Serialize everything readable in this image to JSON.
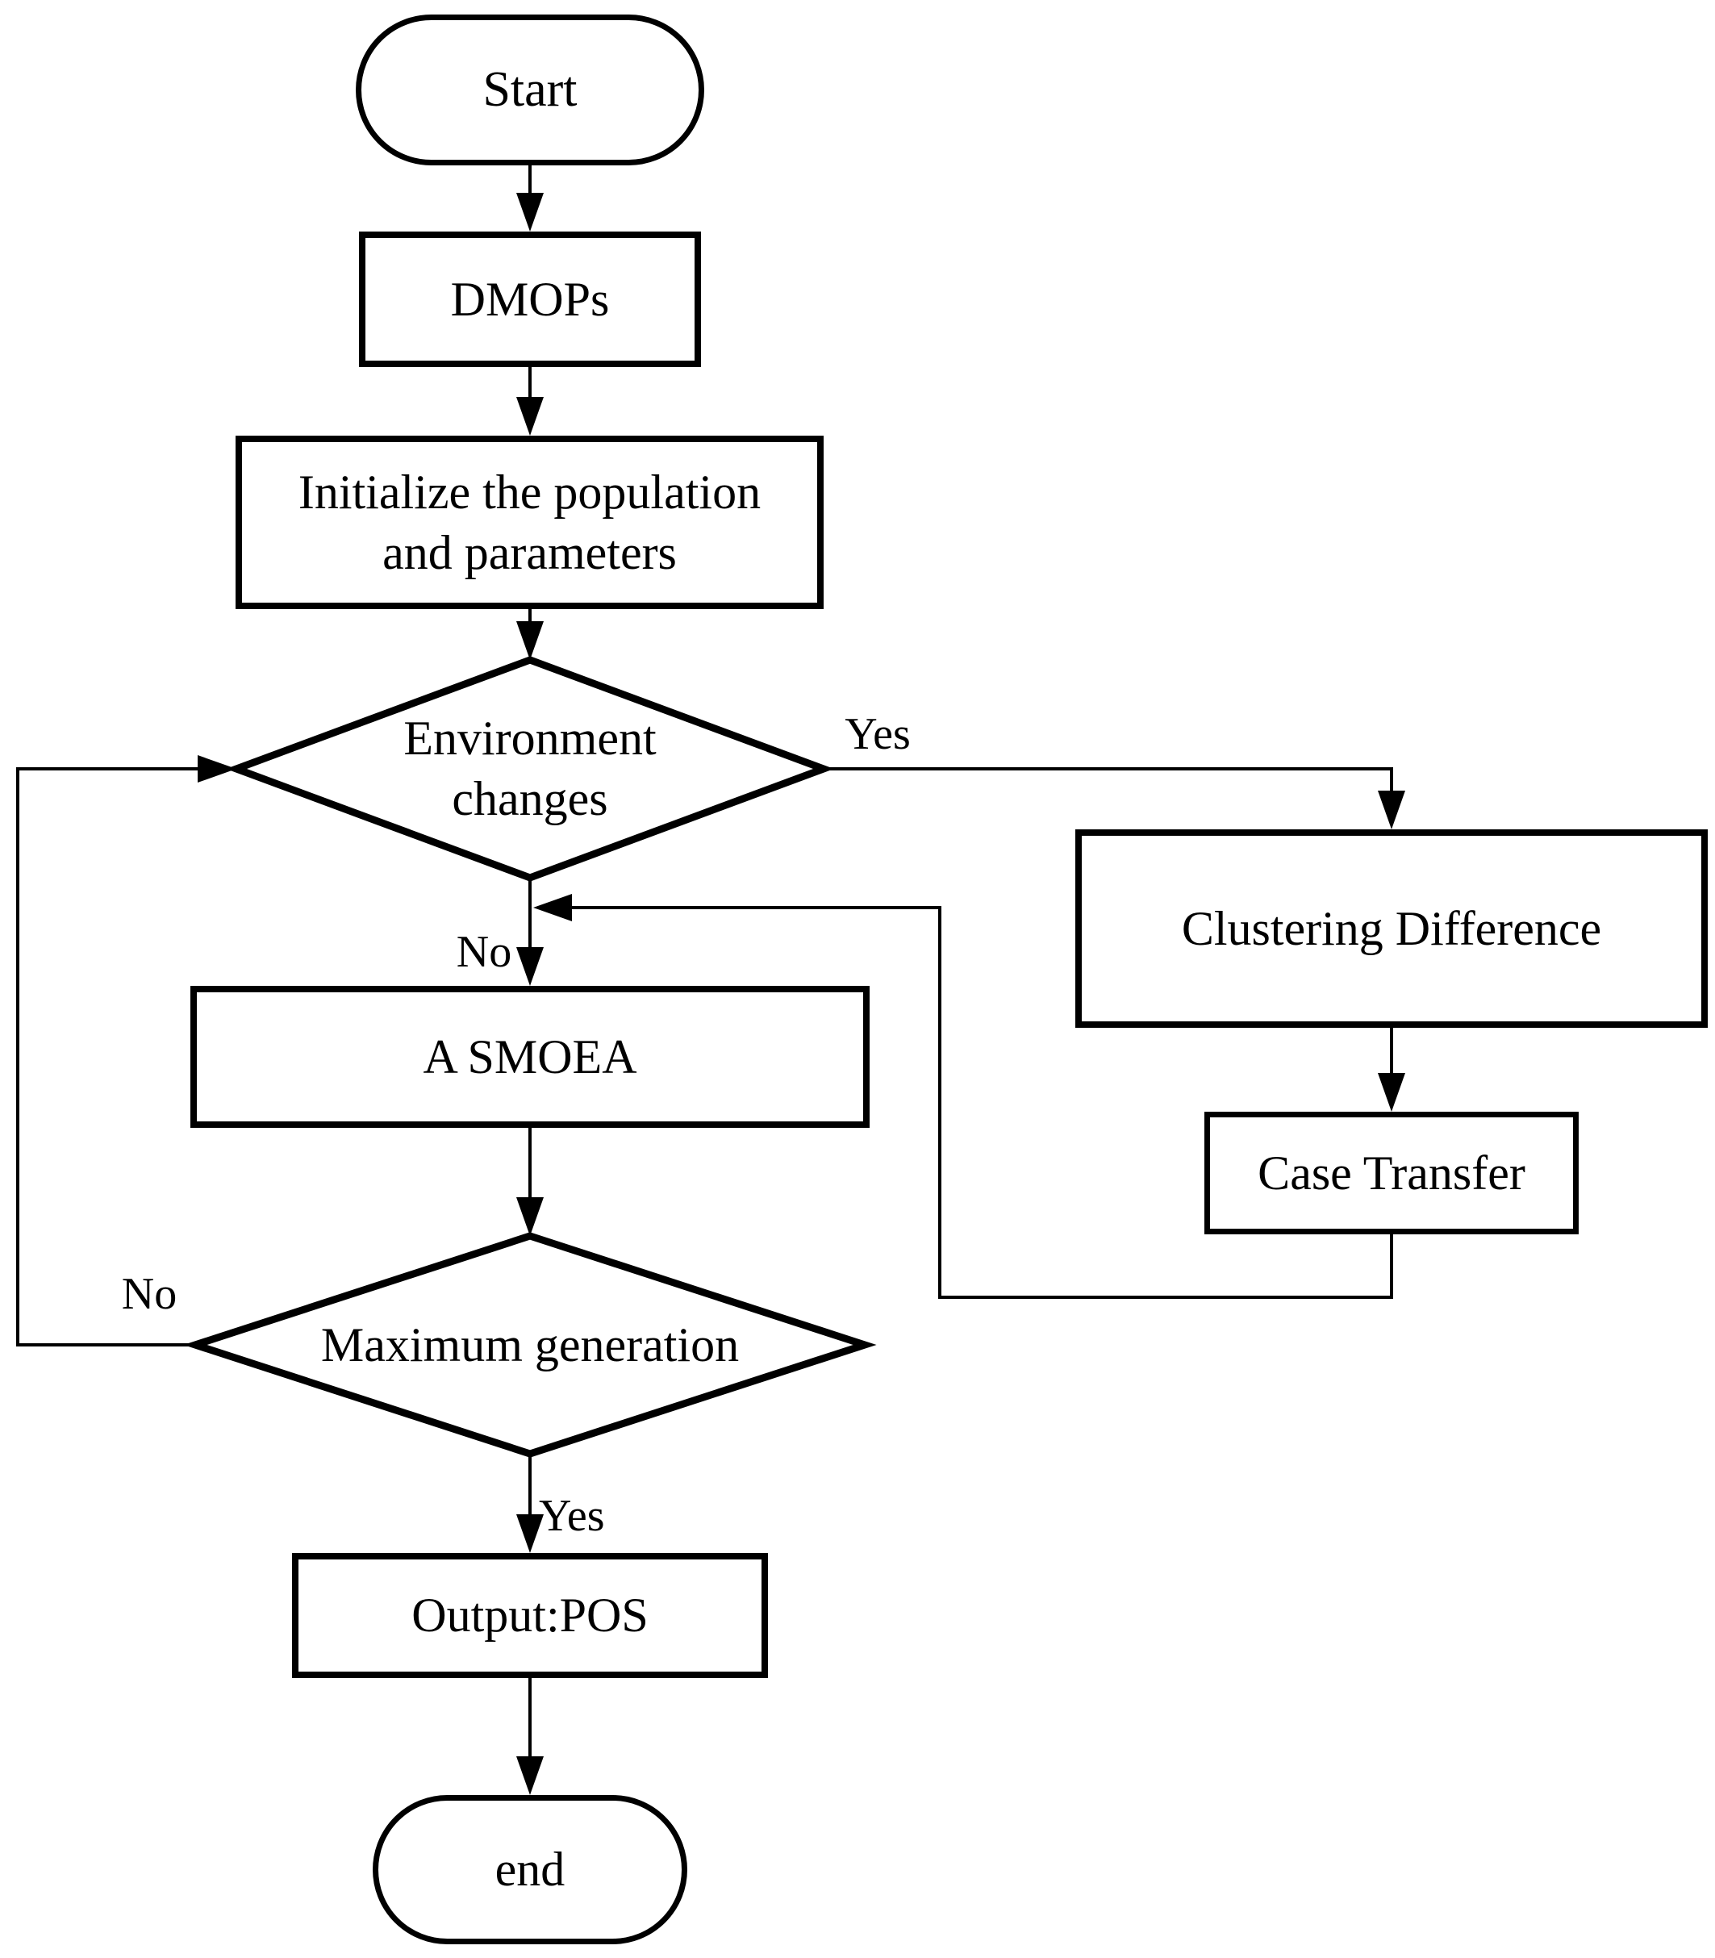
{
  "figure": {
    "background_color": "#ffffff",
    "line_color": "#000000",
    "type": "flowchart"
  },
  "nodes": {
    "start": {
      "label": "Start",
      "shape": "terminator"
    },
    "dmops": {
      "label": "DMOPs",
      "shape": "process"
    },
    "init": {
      "label": "Initialize the population and parameters",
      "shape": "process"
    },
    "env": {
      "label": "Environment changes",
      "shape": "decision"
    },
    "asmoea": {
      "label": "A SMOEA",
      "shape": "process"
    },
    "clustering": {
      "label": "Clustering Difference",
      "shape": "process"
    },
    "case": {
      "label": "Case Transfer",
      "shape": "process"
    },
    "maxgen": {
      "label": "Maximum generation",
      "shape": "decision"
    },
    "output": {
      "label": "Output:POS",
      "shape": "process"
    },
    "end": {
      "label": "end",
      "shape": "terminator"
    }
  },
  "edge_labels": {
    "env_yes": "Yes",
    "env_no": "No",
    "maxgen_no": "No",
    "maxgen_yes": "Yes"
  },
  "edges": [
    {
      "from": "start",
      "to": "dmops",
      "label": ""
    },
    {
      "from": "dmops",
      "to": "init",
      "label": ""
    },
    {
      "from": "init",
      "to": "env",
      "label": ""
    },
    {
      "from": "env",
      "to": "asmoea",
      "label": "No"
    },
    {
      "from": "env",
      "to": "clustering",
      "label": "Yes"
    },
    {
      "from": "clustering",
      "to": "case",
      "label": ""
    },
    {
      "from": "case",
      "to": "asmoea",
      "label": ""
    },
    {
      "from": "asmoea",
      "to": "maxgen",
      "label": ""
    },
    {
      "from": "maxgen",
      "to": "env",
      "label": "No"
    },
    {
      "from": "maxgen",
      "to": "output",
      "label": "Yes"
    },
    {
      "from": "output",
      "to": "end",
      "label": ""
    }
  ]
}
